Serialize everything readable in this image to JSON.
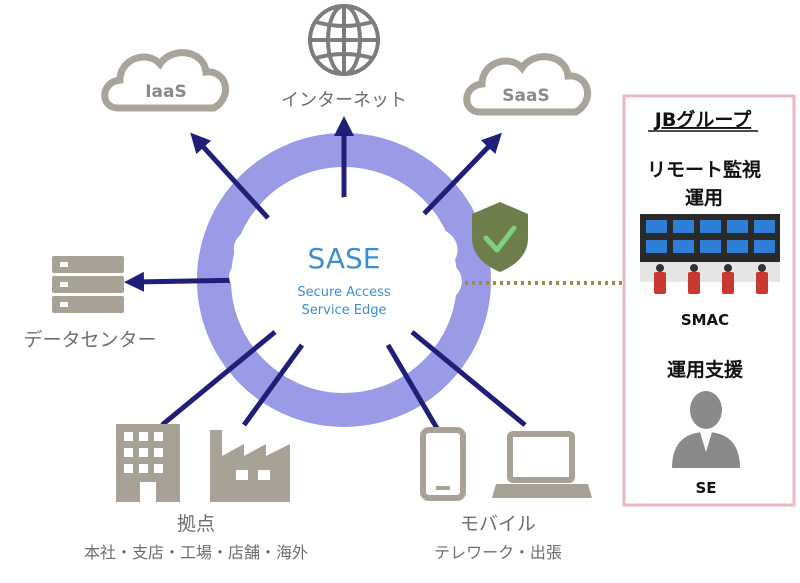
{
  "clouds": {
    "iaas": "IaaS",
    "saas": "SaaS"
  },
  "internet_label": "インターネット",
  "datacenter_label": "データセンター",
  "sase": {
    "title": "SASE",
    "line1": "Secure Access",
    "line2": "Service Edge"
  },
  "bases": {
    "title": "拠点",
    "subtitle": "本社・支店・工場・店舗・海外"
  },
  "mobile": {
    "title": "モバイル",
    "subtitle": "テレワーク・出張"
  },
  "jb_panel": {
    "title": "JBグループ",
    "monitoring_line1": "リモート監視",
    "monitoring_line2": "運用",
    "smac": "SMAC",
    "support": "運用支援",
    "se": "SE"
  },
  "colors": {
    "ring": "#9a9be6",
    "arrow": "#1f1f7a",
    "icon": "#a8a296",
    "panel_border": "#e8b9bf",
    "shield": "#6e7d4c",
    "sase_text": "#3d8fd0"
  }
}
